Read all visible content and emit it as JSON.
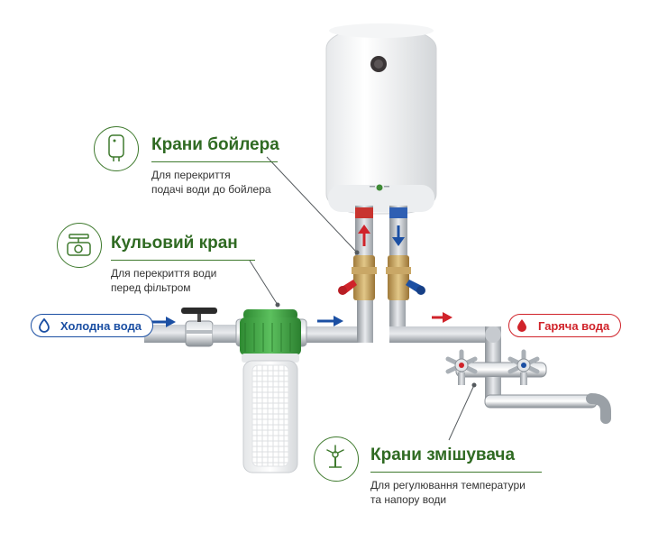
{
  "colors": {
    "label_green": "#2f6a22",
    "cold_blue": "#1b4fa3",
    "hot_red": "#d0232a",
    "filter_green": "#3a9a3e",
    "pipe_gray": "#a9aeb4"
  },
  "labels": {
    "boiler_valves": {
      "title": "Крани бойлера",
      "desc_line1": "Для перекриття",
      "desc_line2": "подачі води до бойлера",
      "icon": "boiler-icon"
    },
    "ball_valve": {
      "title": "Кульовий кран",
      "desc_line1": "Для перекриття води",
      "desc_line2": "перед фільтром",
      "icon": "ball-valve-icon"
    },
    "mixer_valves": {
      "title": "Крани змішувача",
      "desc_line1": "Для регулювання температури",
      "desc_line2": "та напору води",
      "icon": "mixer-tap-icon"
    }
  },
  "inlets": {
    "cold": {
      "label": "Холодна вода",
      "icon": "water-drop-icon"
    },
    "hot": {
      "label": "Гаряча вода",
      "icon": "water-drop-icon"
    }
  }
}
